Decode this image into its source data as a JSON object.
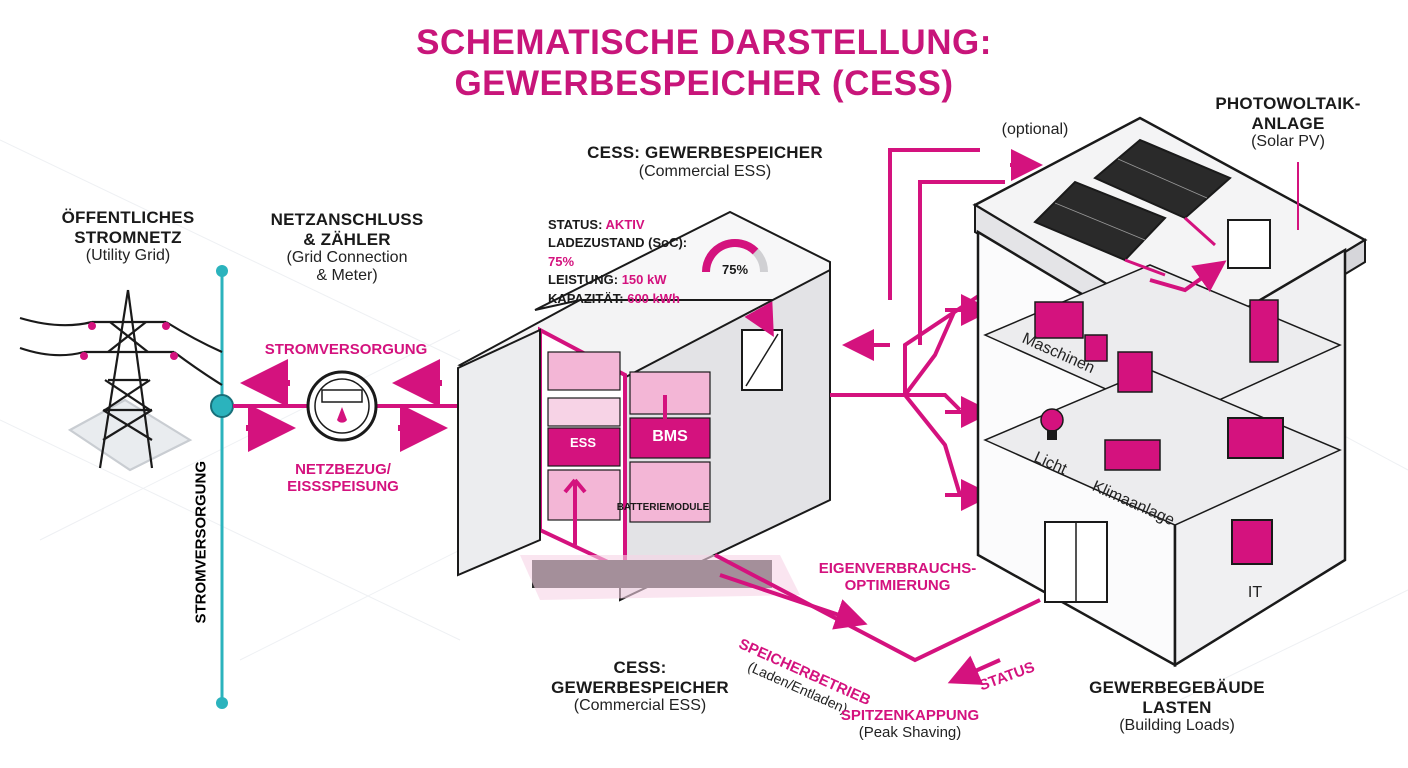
{
  "title": {
    "line1": "SCHEMATISCHE DARSTELLUNG:",
    "line2": "GEWERBESPEICHER (CESS)"
  },
  "grid": {
    "title_line1": "ÖFFENTLICHES",
    "title_line2": "STROMNETZ",
    "subtitle": "(Utility Grid)",
    "vertical_label": "STROMVERSORGUNG"
  },
  "meter": {
    "title_line1": "NETZANSCHLUSS",
    "title_line2": "& ZÄHLER",
    "subtitle_line1": "(Grid Connection",
    "subtitle_line2": "& Meter)",
    "supply_label": "STROMVERSORGUNG",
    "feed_label_line1": "NETZBEZUG/",
    "feed_label_line2": "EISSSPEISUNG"
  },
  "cess_top": {
    "title": "CESS: GEWERBESPEICHER",
    "subtitle": "(Commercial ESS)"
  },
  "status_panel": {
    "status_label": "STATUS:",
    "status_value": "AKTIV",
    "soc_label": "LADEZUSTAND (SoC):",
    "soc_value": "75%",
    "power_label": "LEISTUNG:",
    "power_value": "150 kW",
    "capacity_label": "KAPAZITÄT:",
    "capacity_value": "600 kWh",
    "gauge_text": "75%",
    "gauge_fraction": 0.75
  },
  "cabinet": {
    "bms_label": "BMS",
    "ess_label": "ESS",
    "battery_label": "BATTERIEMODULE"
  },
  "cess_bottom": {
    "title_line1": "CESS:",
    "title_line2": "GEWERBESPEICHER",
    "subtitle": "(Commercial ESS)"
  },
  "flows": {
    "storage_line1": "SPEICHERBETRIEB",
    "storage_line2": "(Laden/Entladen)",
    "self_consumption_line1": "EIGENVERBRAUCHS-",
    "self_consumption_line2": "OPTIMIERUNG",
    "status": "STATUS",
    "peak_title": "SPITZENKAPPUNG",
    "peak_subtitle": "(Peak Shaving)",
    "optional": "(optional)"
  },
  "pv": {
    "title_line1": "PHOTOWOLTAIK-",
    "title_line2": "ANLAGE",
    "subtitle": "(Solar PV)"
  },
  "building": {
    "loads": [
      "Maschinen",
      "Licht",
      "Klimaanlage",
      "IT"
    ],
    "title_line1": "GEWERBEGEBÄUDE",
    "title_line2": "LASTEN",
    "subtitle": "(Building Loads)"
  },
  "colors": {
    "accent": "#d4127e",
    "title": "#c8157a",
    "grid_line": "#2bb3bd",
    "pink_fill": "#f3b6d6"
  }
}
